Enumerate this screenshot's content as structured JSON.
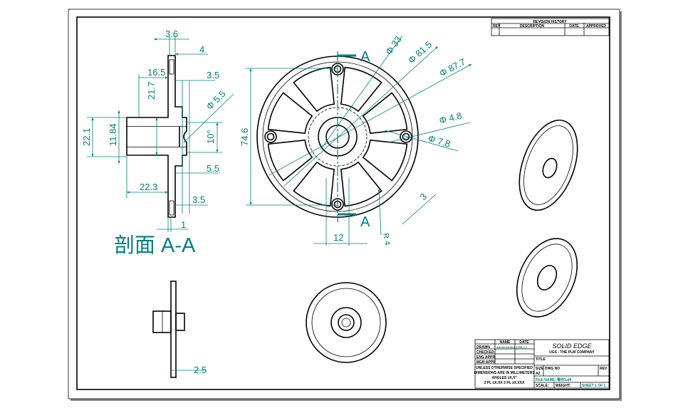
{
  "colors": {
    "dimension": "#008080",
    "line": "#000000"
  },
  "revision_table": {
    "title": "REVISION HISTORY",
    "columns": [
      "REV",
      "DESCRIPTION",
      "DATE",
      "APPROVED"
    ]
  },
  "section_view": {
    "title": "剖面 A-A",
    "dims": {
      "d1": "3.6",
      "d2": "4",
      "d3": "16.5",
      "d4": "3.5",
      "d5": "21.7",
      "d6": "Φ 5.5",
      "d7": "22.1",
      "d8": "11.84",
      "d9": "10°",
      "d10": "5.5",
      "d11": "22.3",
      "d12": "3.5",
      "d13": "1"
    }
  },
  "front_view": {
    "section_marker": "A",
    "section_marker_bottom": "A",
    "dims": {
      "d1": "Φ 33",
      "d2": "Φ 81.5",
      "d3": "Φ 87.7",
      "d4": "Φ 4.8",
      "d5": "Φ 7.8",
      "d6": "74.6",
      "d7": "3",
      "d8": "12",
      "d9": "R 4"
    }
  },
  "side_view": {
    "dims": {
      "d1": "2.5"
    }
  },
  "title_block": {
    "name_header": "NAME",
    "date_header": "DATE",
    "rows": [
      "DRAWN",
      "CHECKED",
      "ENG APPR",
      "MGR APPR"
    ],
    "drawn_name": "Administrator 2008-1-1",
    "notes": [
      "UNLESS OTHERWISE SPECIFIED",
      "DIMENSIONS ARE IN MILLIMETERS",
      "ANGLES ±X.X°",
      "2 PL ±X.XX  3 PL ±X.XXX"
    ],
    "brand": "SOLID EDGE",
    "company": "UGS - THE PLM COMPANY",
    "title_label": "TITLE",
    "size_label": "SIZE",
    "size_value": "A2",
    "dwg_label": "DWG NO",
    "rev_label": "REV",
    "file_name": "FILE NAME: 零件1.dft",
    "scale_label": "SCALE:",
    "weight_label": "WEIGHT:",
    "sheet": "SHEET 1 OF 1"
  }
}
